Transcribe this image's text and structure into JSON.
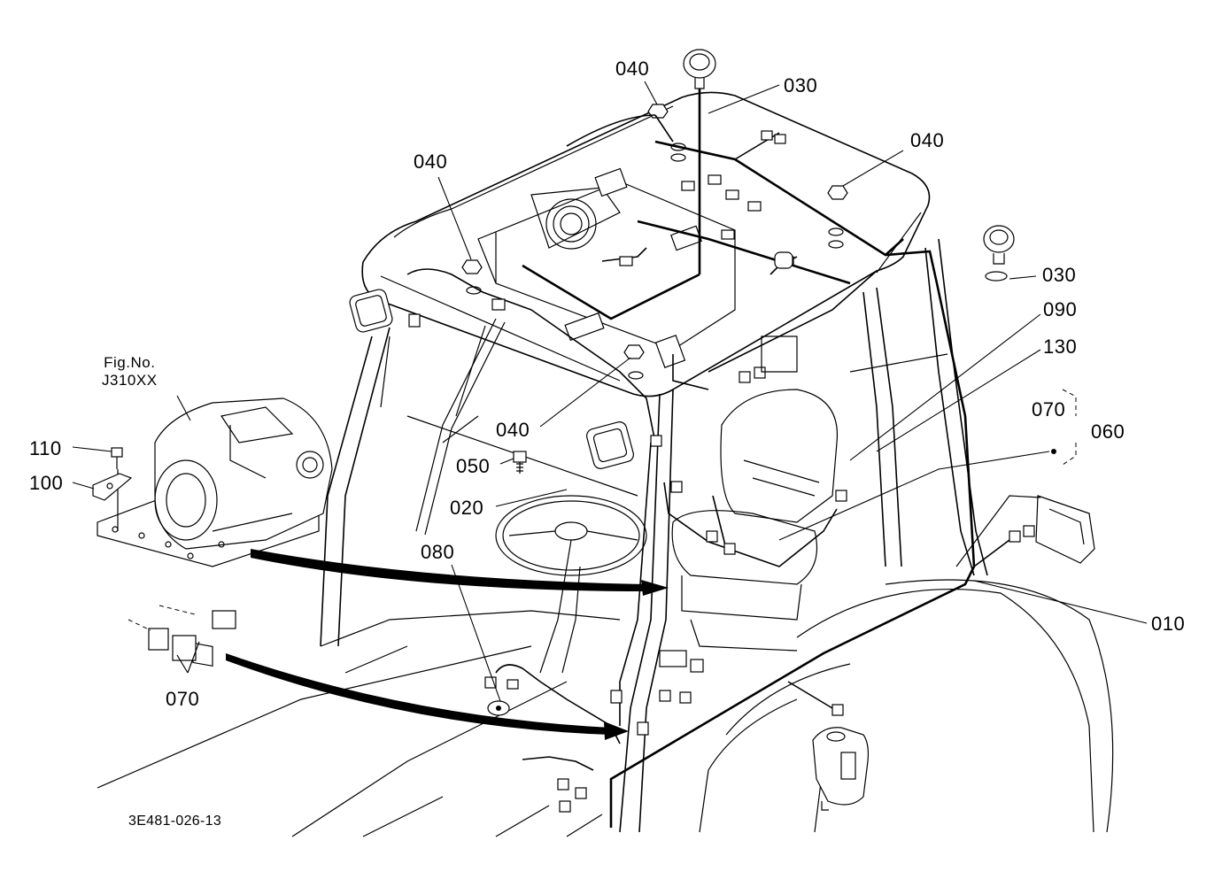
{
  "figure_label": {
    "line1": "Fig.No.",
    "line2": "J310XX"
  },
  "drawing_code": "3E481-026-13",
  "callouts": {
    "c040_a": "040",
    "c030_a": "030",
    "c040_b": "040",
    "c040_c": "040",
    "c030_b": "030",
    "c090": "090",
    "c130": "130",
    "c070_a": "070",
    "c060": "060",
    "c040_d": "040",
    "c050": "050",
    "c020": "020",
    "c110": "110",
    "c100": "100",
    "c080": "080",
    "c010": "010",
    "c070_b": "070"
  }
}
